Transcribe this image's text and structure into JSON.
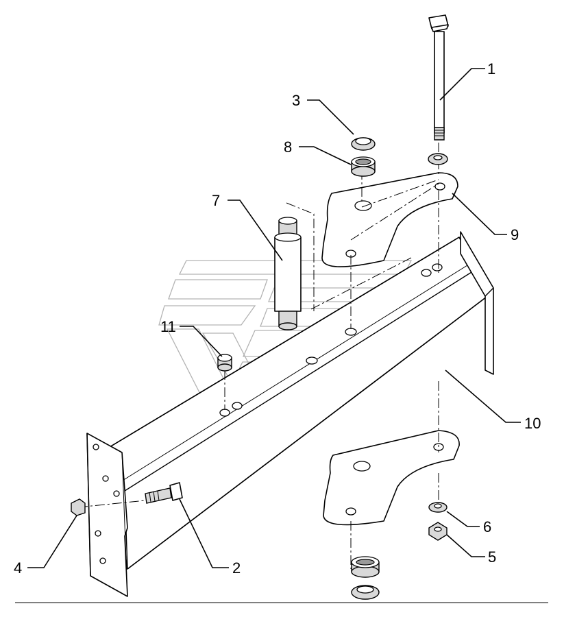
{
  "callouts": [
    {
      "id": "1",
      "text": "1"
    },
    {
      "id": "2",
      "text": "2"
    },
    {
      "id": "3",
      "text": "3"
    },
    {
      "id": "4",
      "text": "4"
    },
    {
      "id": "5",
      "text": "5"
    },
    {
      "id": "6",
      "text": "6"
    },
    {
      "id": "7",
      "text": "7"
    },
    {
      "id": "8",
      "text": "8"
    },
    {
      "id": "9",
      "text": "9"
    },
    {
      "id": "10",
      "text": "10"
    },
    {
      "id": "11",
      "text": "11"
    }
  ],
  "colors": {
    "line": "#000000",
    "fill": "#ffffff",
    "shade": "#d9d9d9",
    "watermark": "#b3b3b3"
  }
}
